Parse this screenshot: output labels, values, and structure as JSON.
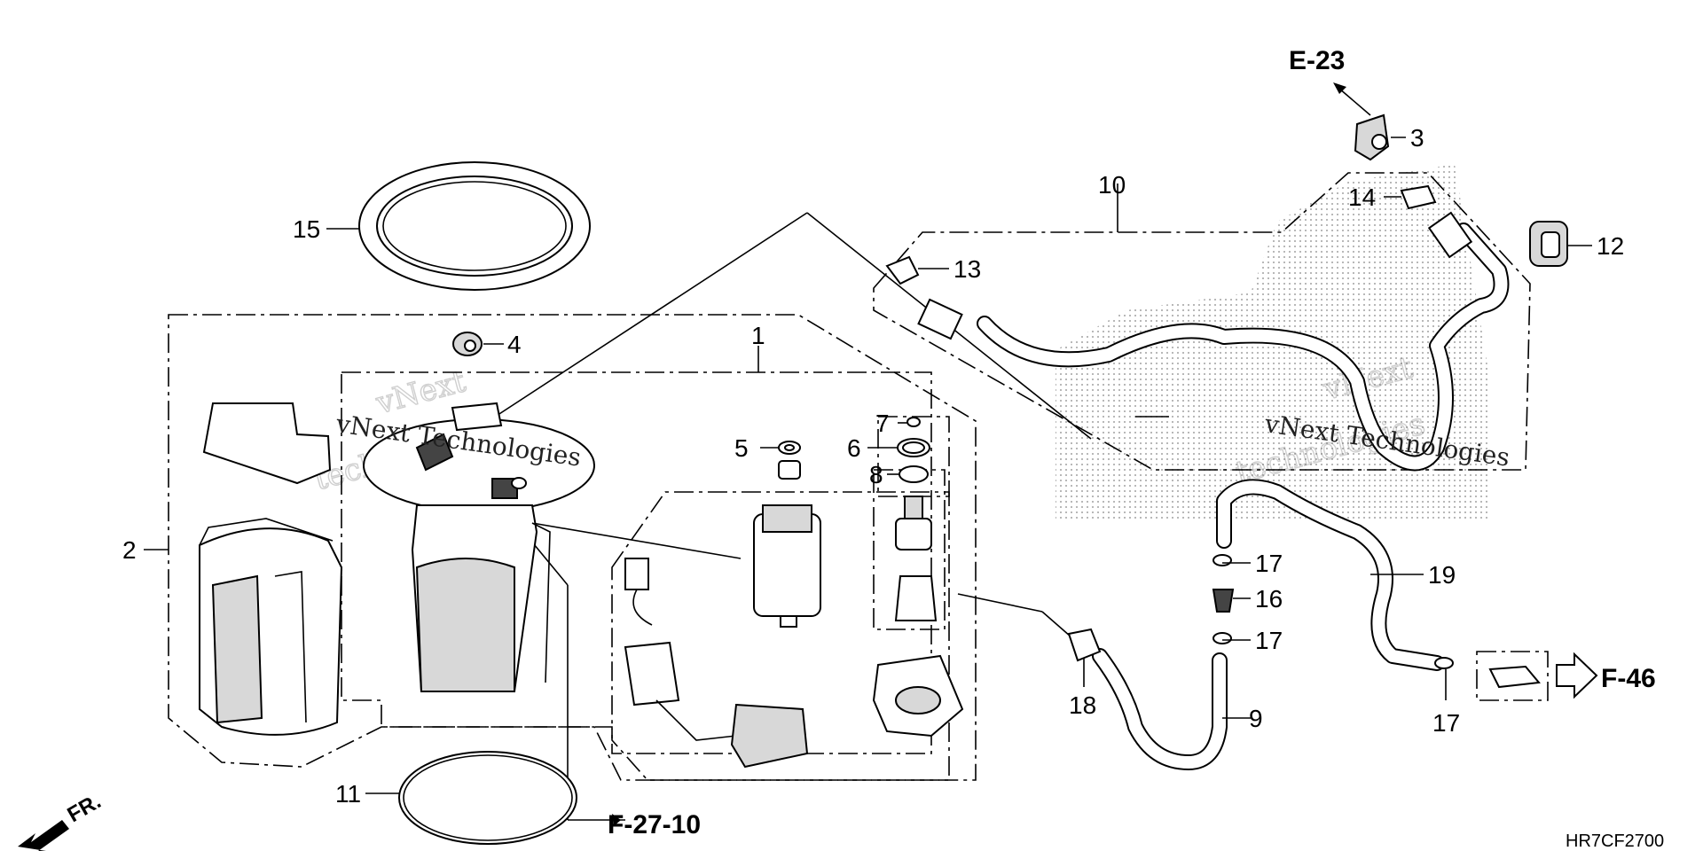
{
  "callouts": {
    "n1": "1",
    "n2": "2",
    "n3": "3",
    "n4": "4",
    "n5": "5",
    "n6": "6",
    "n7": "7",
    "n8": "8",
    "n9": "9",
    "n10": "10",
    "n11": "11",
    "n12": "12",
    "n13": "13",
    "n14": "14",
    "n15": "15",
    "n16": "16",
    "n17a": "17",
    "n17b": "17",
    "n17c": "17",
    "n18": "18",
    "n19": "19"
  },
  "references": {
    "e23": "E-23",
    "f46": "F-46",
    "f2710": "F-27-10",
    "front": "FR."
  },
  "diagram_code": "HR7CF2700",
  "watermarks": {
    "wm1_line1": "vNext",
    "wm1_line2": "technologies",
    "wm1_overlay": "vNext Technologies",
    "wm2_line1": "vNext",
    "wm2_line2": "technologies",
    "wm2_overlay": "vNext Technologies"
  }
}
